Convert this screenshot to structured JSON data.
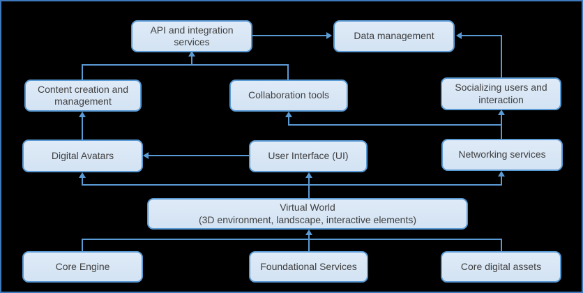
{
  "diagram": {
    "description": "Virtual world platform architecture flowchart",
    "nodes": {
      "api": {
        "label": "API and integration services"
      },
      "data_management": {
        "label": "Data management"
      },
      "content": {
        "label": "Content creation and management"
      },
      "collaboration": {
        "label": "Collaboration tools"
      },
      "socializing": {
        "label": "Socializing users and interaction"
      },
      "avatars": {
        "label": "Digital Avatars"
      },
      "ui": {
        "label": "User Interface (UI)"
      },
      "networking": {
        "label": "Networking services"
      },
      "virtual_world": {
        "label": "Virtual World",
        "sublabel": "(3D environment, landscape, interactive elements)"
      },
      "core_engine": {
        "label": "Core Engine"
      },
      "foundational": {
        "label": "Foundational Services"
      },
      "core_assets": {
        "label": "Core digital assets"
      }
    },
    "edges": [
      {
        "from": "content",
        "to": "api"
      },
      {
        "from": "collaboration",
        "to": "api"
      },
      {
        "from": "api",
        "to": "data_management"
      },
      {
        "from": "socializing",
        "to": "data_management"
      },
      {
        "from": "avatars",
        "to": "content"
      },
      {
        "from": "ui",
        "to": "avatars"
      },
      {
        "from": "networking",
        "to": "socializing"
      },
      {
        "from": "networking",
        "to": "collaboration"
      },
      {
        "from": "virtual_world",
        "to": "avatars"
      },
      {
        "from": "virtual_world",
        "to": "ui"
      },
      {
        "from": "virtual_world",
        "to": "networking"
      },
      {
        "from": "core_engine",
        "to": "virtual_world"
      },
      {
        "from": "foundational",
        "to": "virtual_world"
      },
      {
        "from": "core_assets",
        "to": "virtual_world"
      }
    ],
    "colors": {
      "background": "#000000",
      "frame_border": "#3e79bc",
      "node_fill": "#dfeaf7",
      "node_fill_bottom": "#d3e3f3",
      "node_border": "#5b9bd5",
      "connector": "#5b9bd5",
      "text": "#3f3f3f"
    }
  }
}
